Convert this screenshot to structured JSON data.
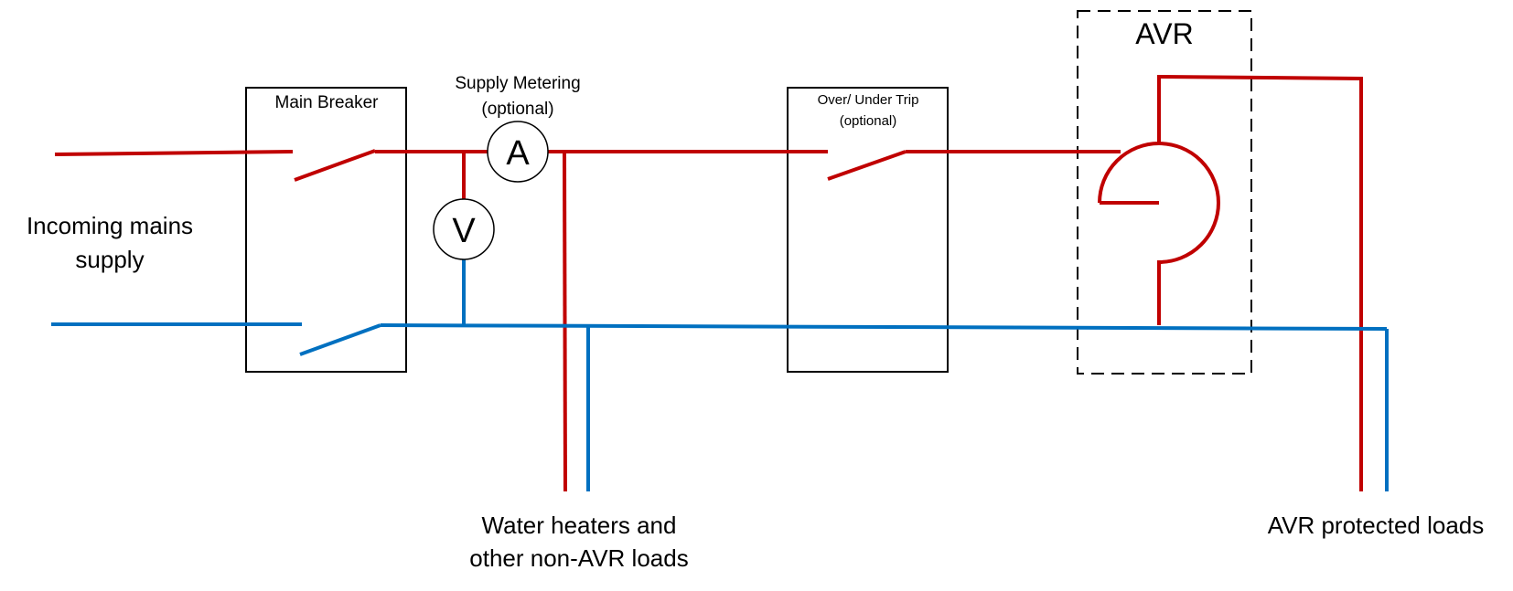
{
  "labels": {
    "incoming_line1": "Incoming mains",
    "incoming_line2": "supply",
    "main_breaker": "Main Breaker",
    "metering_line1": "Supply Metering",
    "metering_line2": "(optional)",
    "ammeter": "A",
    "voltmeter": "V",
    "trip_line1": "Over/ Under Trip",
    "trip_line2": "(optional)",
    "avr": "AVR",
    "non_avr_line1": "Water heaters and",
    "non_avr_line2": "other non-AVR loads",
    "avr_loads": "AVR protected loads"
  },
  "colors": {
    "live": "#C00000",
    "neutral": "#0070C0",
    "outline": "#000000"
  }
}
